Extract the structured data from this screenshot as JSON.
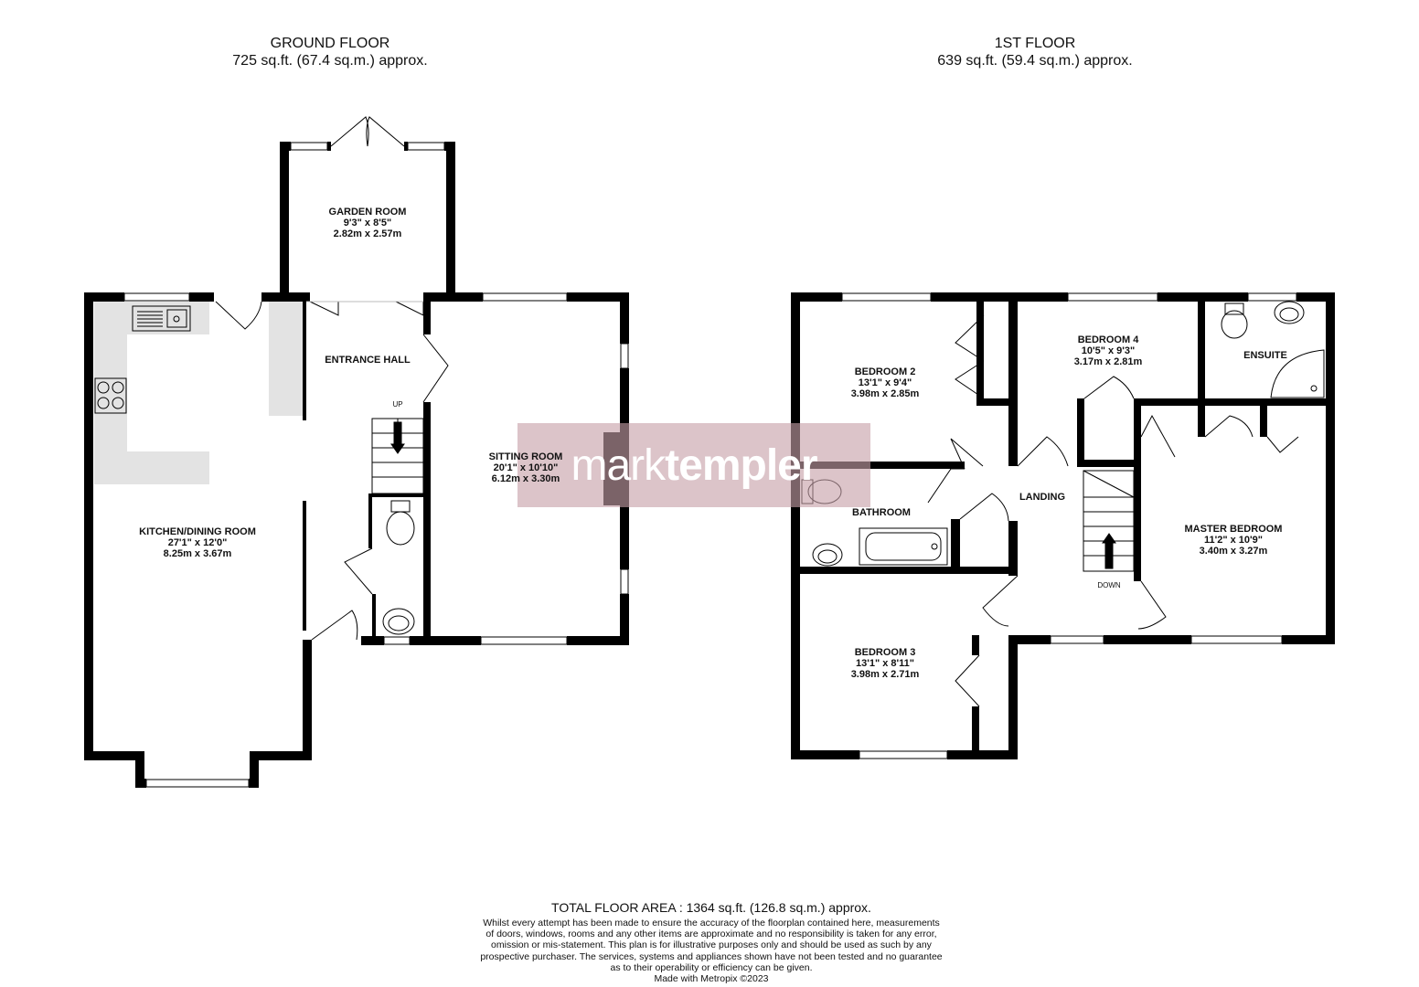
{
  "ground_floor": {
    "title": "GROUND FLOOR",
    "area": "725 sq.ft. (67.4 sq.m.) approx.",
    "rooms": [
      {
        "key": "garden-room",
        "name": "GARDEN ROOM",
        "dim_imperial": "9'3\"  x 8'5\"",
        "dim_metric": "2.82m  x 2.57m"
      },
      {
        "key": "entrance-hall",
        "name": "ENTRANCE HALL",
        "dim_imperial": "",
        "dim_metric": ""
      },
      {
        "key": "sitting-room",
        "name": "SITTING ROOM",
        "dim_imperial": "20'1\"  x 10'10\"",
        "dim_metric": "6.12m  x 3.30m"
      },
      {
        "key": "kitchen-dining-room",
        "name": "KITCHEN/DINING ROOM",
        "dim_imperial": "27'1\"  x 12'0\"",
        "dim_metric": "8.25m  x 3.67m"
      }
    ],
    "stairs_label": "UP"
  },
  "first_floor": {
    "title": "1ST FLOOR",
    "area": "639 sq.ft. (59.4 sq.m.) approx.",
    "rooms": [
      {
        "key": "bedroom-2",
        "name": "BEDROOM 2",
        "dim_imperial": "13'1\"  x 9'4\"",
        "dim_metric": "3.98m  x 2.85m"
      },
      {
        "key": "bedroom-4",
        "name": "BEDROOM 4",
        "dim_imperial": "10'5\"  x 9'3\"",
        "dim_metric": "3.17m  x 2.81m"
      },
      {
        "key": "ensuite",
        "name": "ENSUITE",
        "dim_imperial": "",
        "dim_metric": ""
      },
      {
        "key": "bathroom",
        "name": "BATHROOM",
        "dim_imperial": "",
        "dim_metric": ""
      },
      {
        "key": "landing",
        "name": "LANDING",
        "dim_imperial": "",
        "dim_metric": ""
      },
      {
        "key": "master-bedroom",
        "name": "MASTER BEDROOM",
        "dim_imperial": "11'2\"  x 10'9\"",
        "dim_metric": "3.40m  x 3.27m"
      },
      {
        "key": "bedroom-3",
        "name": "BEDROOM 3",
        "dim_imperial": "13'1\"  x 8'11\"",
        "dim_metric": "3.98m  x 2.71m"
      }
    ],
    "stairs_label": "DOWN"
  },
  "watermark": {
    "part1": "mark",
    "part2": "templer"
  },
  "footer": {
    "total": "TOTAL FLOOR AREA : 1364 sq.ft. (126.8 sq.m.) approx.",
    "disclaimer_lines": [
      "Whilst every attempt has been made to ensure the accuracy of the floorplan contained here, measurements",
      "of doors, windows, rooms and any other items are approximate and no responsibility is taken for any error,",
      "omission or mis-statement. This plan is for illustrative purposes only and should be used as such by any",
      "prospective purchaser. The services, systems and appliances shown have not been tested and no guarantee",
      "as to their operability or efficiency can be given."
    ],
    "credit": "Made with Metropix ©2023"
  },
  "colors": {
    "wall": "#000000",
    "fitted_units": "#e3e3e3",
    "watermark": "#c7a0a8"
  }
}
